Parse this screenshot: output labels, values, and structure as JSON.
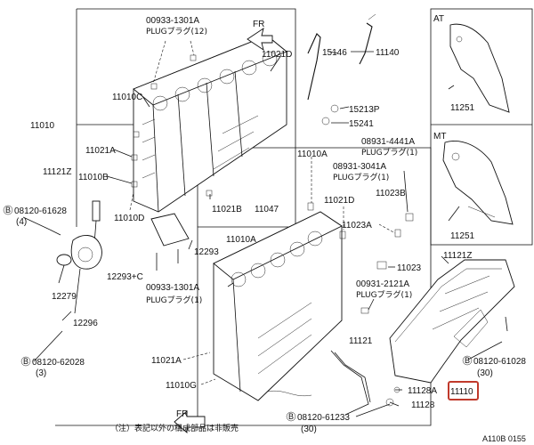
{
  "labels": {
    "plug_top_code": "00933-1301A",
    "plug_top_text": "PLUGプラグ(12)",
    "fr_top": "FR",
    "p11021d_top": "11021D",
    "p11010c": "11010C",
    "p11021a_top": "11021A",
    "p11010b": "11010B",
    "p11010d": "11010D",
    "p11010": "11010",
    "p11121z_left": "11121Z",
    "bolt_left_top_code": "08120-61628",
    "bolt_left_top_qty": "(4)",
    "p12279": "12279",
    "p12296": "12296",
    "bolt_left_bot_code": "08120-62028",
    "bolt_left_bot_qty": "(3)",
    "p11021b": "11021B",
    "p11047": "11047",
    "p12293": "12293",
    "p12293c": "12293+C",
    "p11010a_mid": "11010A",
    "plug_mid_code": "00933-1301A",
    "plug_mid_text": "PLUGプラグ(1)",
    "p11021a_bot": "11021A",
    "p11010g": "11010G",
    "fr_bot": "FR",
    "note": "（注）表記以外の構成部品は非販売",
    "p15146": "15146",
    "p11140": "11140",
    "p15213p": "15213P",
    "p15241": "15241",
    "p11010a_right": "11010A",
    "plug_r1_code": "08931-4441A",
    "plug_r1_text": "PLUGプラグ(1)",
    "plug_r2_code": "08931-3041A",
    "plug_r2_text": "PLUGプラグ(1)",
    "p11023b": "11023B",
    "p11021d_mid": "11021D",
    "p11023a": "11023A",
    "p11023": "11023",
    "plug_r3_code": "00931-2121A",
    "plug_r3_text": "PLUGプラグ(1)",
    "p11121": "11121",
    "at_label": "AT",
    "p11251_at": "11251",
    "mt_label": "MT",
    "p11251_mt": "11251",
    "p11121z_right": "11121Z",
    "bolt_right_code": "08120-61028",
    "bolt_right_qty": "(30)",
    "p11128a": "11128A",
    "p11110": "11110",
    "p11128": "11128",
    "bolt_bot_code": "08120-61233",
    "bolt_bot_qty": "(30)",
    "diagram_id": "A110B 0155",
    "bolt_prefix": "B"
  },
  "colors": {
    "ink": "#111111",
    "highlight": "#c0392b",
    "background": "#ffffff"
  }
}
